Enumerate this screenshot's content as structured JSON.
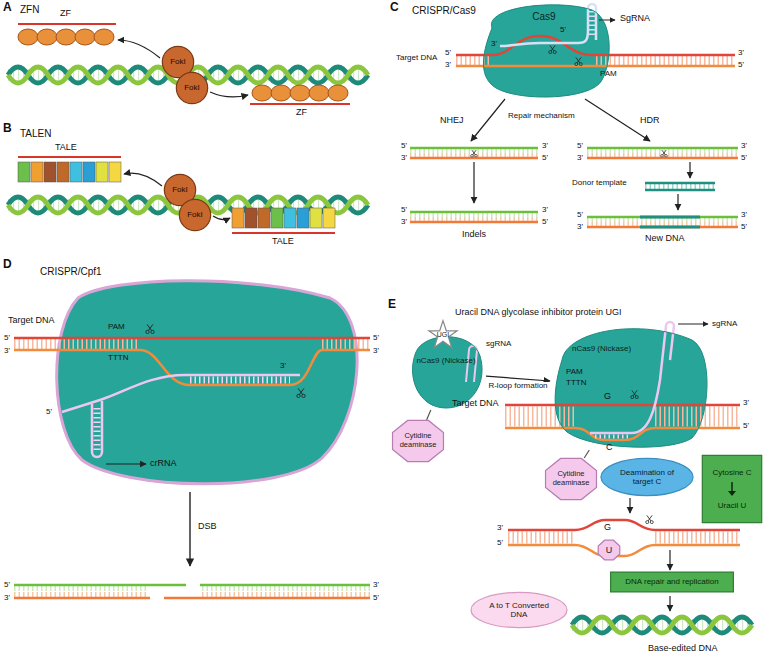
{
  "diagram": {
    "nodes": [
      {
        "text": [
          "FokI"
        ]
      },
      {
        "text": [
          "FokI"
        ]
      },
      {
        "text": [
          "FokI"
        ]
      },
      {
        "text": [
          "FokI"
        ]
      },
      {
        "text": [
          "Cas9"
        ]
      },
      {
        "text": [
          "nCas9 (Nickase)"
        ]
      },
      {
        "text": [
          "UGI"
        ]
      },
      {
        "text": [
          "Cytidine deaminase"
        ]
      },
      {
        "text": [
          "nCas9 (Nickase)"
        ]
      },
      {
        "text": [
          "Cytidine deaminase"
        ]
      },
      {
        "text": [
          "Deamination of target C"
        ]
      },
      {
        "text": [
          "Cytosine C",
          "Uracil U"
        ]
      },
      {
        "text": [
          "U"
        ]
      },
      {
        "text": [
          "DNA repair and replication"
        ]
      },
      {
        "text": [
          "A to T Converted DNA"
        ]
      }
    ],
    "edges": [
      {
        "from": 5,
        "to": 8,
        "arrow": "to",
        "label": "R-loop formation"
      },
      {
        "from": 7,
        "to": 5,
        "arrow": "none"
      },
      {
        "from": 9,
        "to": 8,
        "arrow": "none"
      }
    ],
    "labels": [
      "A",
      "ZFN",
      "ZF",
      "ZF",
      "B",
      "TALEN",
      "TALE",
      "TALE",
      "C",
      "CRISPR/Cas9",
      "SgRNA",
      "Target DNA",
      "5'",
      "3'",
      "3'",
      "5'",
      "3'",
      "5'",
      "PAM",
      "NHEJ",
      "Repair mechanism",
      "HDR",
      "5'",
      "3'",
      "3'",
      "5'",
      "5'",
      "3'",
      "3'",
      "5'",
      "Indels",
      "5'",
      "3'",
      "3'",
      "5'",
      "Donor template",
      "5'",
      "3'",
      "3'",
      "5'",
      "New DNA",
      "D",
      "CRISPR/Cpf1",
      "Target DNA",
      "5'",
      "3'",
      "5'",
      "3'",
      "PAM",
      "TTTN",
      "5'",
      "3'",
      "crRNA",
      "DSB",
      "5'",
      "3'",
      "3'",
      "5'",
      "E",
      "Uracil DNA glycolase inhibitor protein UGI",
      "sgRNA",
      "Target DNA",
      "PAM",
      "TTTN",
      "G",
      "C",
      "3'",
      "5'",
      "sgRNA",
      "3'",
      "5'",
      "G",
      "Base-edited DNA"
    ]
  }
}
